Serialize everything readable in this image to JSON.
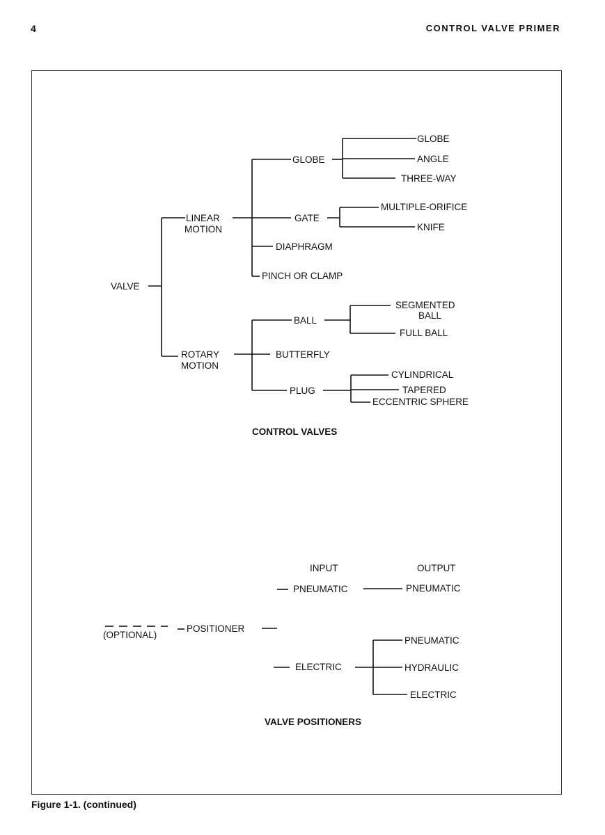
{
  "header": {
    "page_number": "4",
    "running_title": "CONTROL VALVE PRIMER"
  },
  "control_valves": {
    "root": "VALVE",
    "linear_motion": [
      "LINEAR",
      "MOTION"
    ],
    "rotary_motion": [
      "ROTARY",
      "MOTION"
    ],
    "globe": "GLOBE",
    "globe_types": [
      "GLOBE",
      "ANGLE",
      "THREE-WAY"
    ],
    "gate": "GATE",
    "gate_types": [
      "MULTIPLE-ORIFICE",
      "KNIFE"
    ],
    "diaphragm": "DIAPHRAGM",
    "pinch_or_clamp": "PINCH OR CLAMP",
    "ball": "BALL",
    "ball_types": {
      "segmented": [
        "SEGMENTED",
        "BALL"
      ],
      "full": "FULL BALL"
    },
    "butterfly": "BUTTERFLY",
    "plug": "PLUG",
    "plug_types": [
      "CYLINDRICAL",
      "TAPERED",
      "ECCENTRIC SPHERE"
    ],
    "title": "CONTROL VALVES"
  },
  "valve_positioners": {
    "input_header": "INPUT",
    "output_header": "OUTPUT",
    "input_pneumatic": "PNEUMATIC",
    "output_pneumatic": "PNEUMATIC",
    "optional": "(OPTIONAL)",
    "positioner": "POSITIONER",
    "input_electric": "ELECTRIC",
    "electric_outputs": [
      "PNEUMATIC",
      "HYDRAULIC",
      "ELECTRIC"
    ],
    "title": "VALVE POSITIONERS"
  },
  "caption": "Figure 1-1. (continued)"
}
